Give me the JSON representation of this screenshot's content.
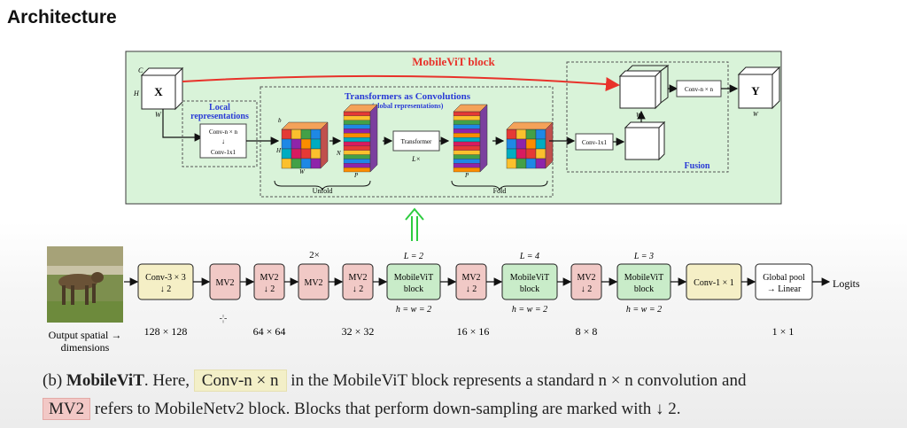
{
  "slide": {
    "title": "Architecture"
  },
  "block": {
    "title": "MobileViT block",
    "input_label": "X",
    "output_label": "Y",
    "dim_c": "C",
    "dim_h": "H",
    "dim_w": "W",
    "dim_n": "N",
    "dim_p": "P",
    "dim_b": "b",
    "local_title_1": "Local",
    "local_title_2": "representations",
    "local_conv_n": "Conv-n × n",
    "local_conv_1": "Conv-1x1",
    "transformers_title": "Transformers as Convolutions",
    "transformers_subtitle": "(global representations)",
    "transformer_label": "Transformer",
    "transformer_repeat": "L×",
    "unfold_label": "Unfold",
    "fold_label": "Fold",
    "fusion_conv_1": "Conv-1x1",
    "fusion_conv_n": "Conv-n × n",
    "fusion_label": "Fusion"
  },
  "pipeline": {
    "image_caption_1": "Output spatial →",
    "image_caption_2": "dimensions",
    "repeat_2x": "2×",
    "logits": "Logits",
    "cursor_mark": "-¦-",
    "blocks": [
      {
        "line1": "Conv-3 × 3",
        "line2": "↓ 2",
        "kind": "conv"
      },
      {
        "line1": "MV2",
        "line2": "",
        "kind": "mv2"
      },
      {
        "line1": "MV2",
        "line2": "↓ 2",
        "kind": "mv2"
      },
      {
        "line1": "MV2",
        "line2": "",
        "kind": "mv2"
      },
      {
        "line1": "MV2",
        "line2": "↓ 2",
        "kind": "mv2"
      },
      {
        "line1": "MobileViT",
        "line2": "block",
        "kind": "vit",
        "top": "L = 2",
        "bottom": "h = w = 2"
      },
      {
        "line1": "MV2",
        "line2": "↓ 2",
        "kind": "mv2"
      },
      {
        "line1": "MobileViT",
        "line2": "block",
        "kind": "vit",
        "top": "L = 4",
        "bottom": "h = w = 2"
      },
      {
        "line1": "MV2",
        "line2": "↓ 2",
        "kind": "mv2"
      },
      {
        "line1": "MobileViT",
        "line2": "block",
        "kind": "vit",
        "top": "L = 3",
        "bottom": "h = w = 2"
      },
      {
        "line1": "Conv-1 × 1",
        "line2": "",
        "kind": "conv"
      },
      {
        "line1": "Global pool",
        "line2": "→ Linear",
        "kind": "pool"
      }
    ],
    "spatial": [
      "128 × 128",
      "64 × 64",
      "32 × 32",
      "16 × 16",
      "8 × 8",
      "1 × 1"
    ]
  },
  "caption": {
    "prefix": "(b) ",
    "model": "MobileViT",
    "part1": ". Here, ",
    "highlight_conv": "Conv-n × n",
    "part2": " in the MobileViT block represents a standard n × n convolution and",
    "highlight_mv2": "MV2",
    "part3": " refers to MobileNetv2 block. Blocks that perform down-sampling are marked with ↓ 2."
  },
  "colors": {
    "block_bg": "#d9f3d9",
    "block_border": "#3a3a3a",
    "title_red": "#e8322a",
    "title_blue": "#2a3bd6",
    "conv_fill": "#f5efc6",
    "mv2_fill": "#f1c9c6",
    "vit_fill": "#c9ecc9",
    "arrow_green": "#2ecc40"
  }
}
